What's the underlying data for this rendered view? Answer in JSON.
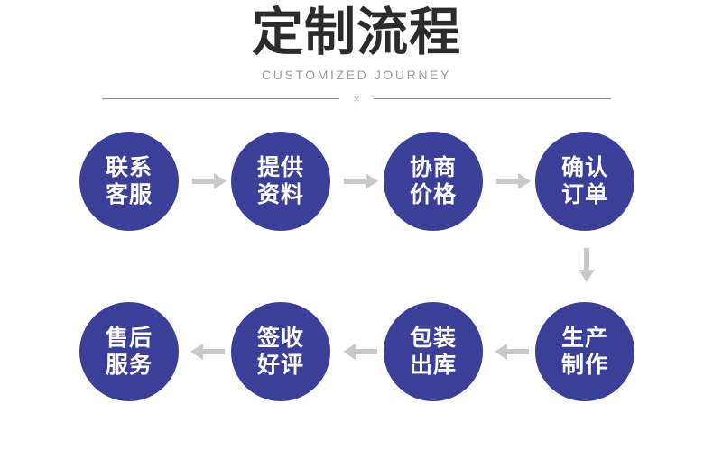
{
  "header": {
    "title": "定制流程",
    "subtitle": "CUSTOMIZED JOURNEY",
    "divider_mark": "×"
  },
  "colors": {
    "circle_fill": "#3b3f97",
    "circle_text": "#ffffff",
    "arrow": "#c9c9c9",
    "title_text": "#2b2b2b",
    "subtitle_text": "#9a9a9a",
    "divider_rule": "#8a8a8a",
    "background": "#ffffff"
  },
  "flow": {
    "top_row": [
      {
        "line1": "联系",
        "line2": "客服"
      },
      {
        "line1": "提供",
        "line2": "资料"
      },
      {
        "line1": "协商",
        "line2": "价格"
      },
      {
        "line1": "确认",
        "line2": "订单"
      }
    ],
    "bottom_row": [
      {
        "line1": "售后",
        "line2": "服务"
      },
      {
        "line1": "签收",
        "line2": "好评"
      },
      {
        "line1": "包装",
        "line2": "出库"
      },
      {
        "line1": "生产",
        "line2": "制作"
      }
    ],
    "connectors": [
      {
        "icon": "arrow-right-icon",
        "direction": "right"
      },
      {
        "icon": "arrow-right-icon",
        "direction": "right"
      },
      {
        "icon": "arrow-right-icon",
        "direction": "right"
      },
      {
        "icon": "arrow-down-icon",
        "direction": "down"
      },
      {
        "icon": "arrow-left-icon",
        "direction": "left"
      },
      {
        "icon": "arrow-left-icon",
        "direction": "left"
      },
      {
        "icon": "arrow-left-icon",
        "direction": "left"
      }
    ]
  }
}
